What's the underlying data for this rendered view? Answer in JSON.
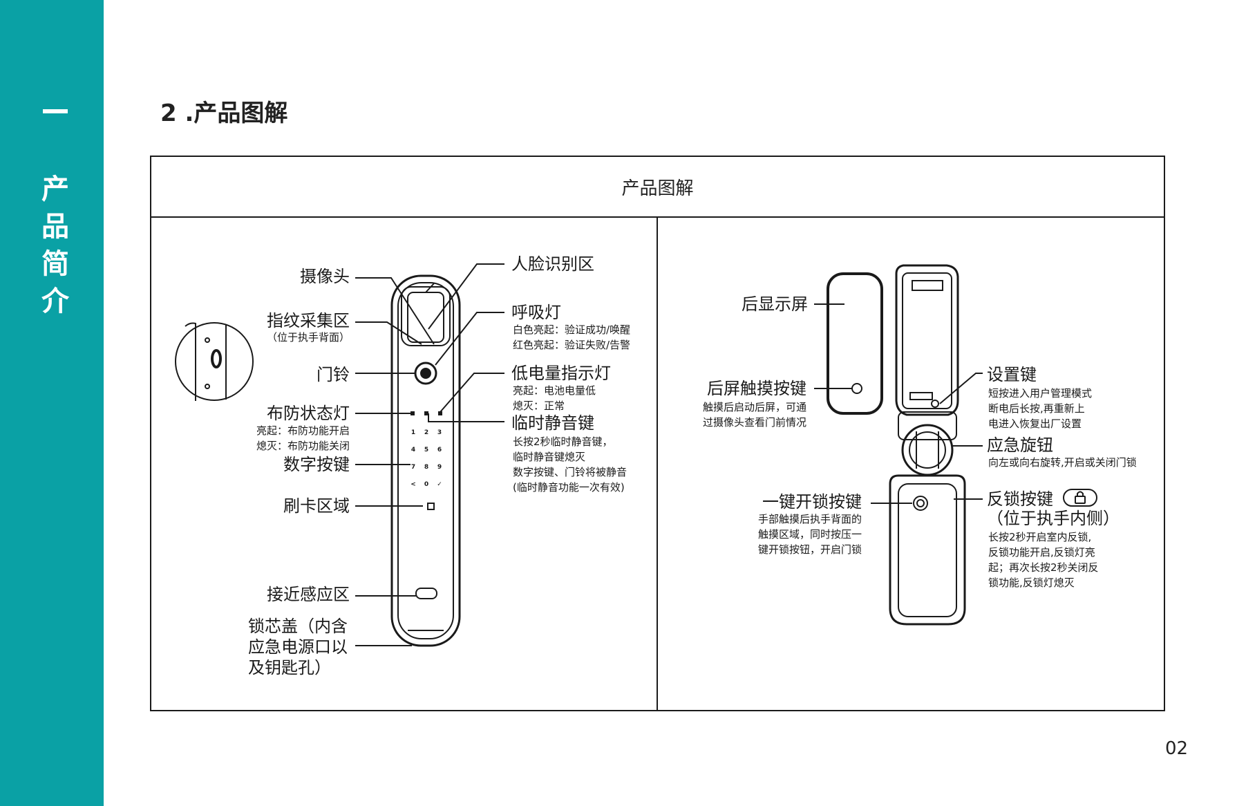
{
  "sidebar": {
    "dash": "一",
    "chars": [
      "产",
      "品",
      "简",
      "介"
    ]
  },
  "page": {
    "title": "2 .产品图解",
    "number": "02"
  },
  "table": {
    "header": "产品图解"
  },
  "front": {
    "camera": "摄像头",
    "fingerprint": "指纹采集区",
    "fingerprint_note": "（位于执手背面）",
    "doorbell": "门铃",
    "arm_light": "布防状态灯",
    "arm_light_on": "亮起：布防功能开启",
    "arm_light_off": "熄灭：布防功能关闭",
    "keypad": "数字按键",
    "card": "刷卡区域",
    "proximity": "接近感应区",
    "lockcore_1": "锁芯盖（内含",
    "lockcore_2": "应急电源口以",
    "lockcore_3": "及钥匙孔）",
    "face": "人脸识别区",
    "breath": "呼吸灯",
    "breath_white": "白色亮起：验证成功/唤醒",
    "breath_red": "红色亮起：验证失败/告警",
    "lowbatt": "低电量指示灯",
    "lowbatt_on": "亮起：电池电量低",
    "lowbatt_off": "熄灭：正常",
    "mute": "临时静音键",
    "mute_1": "长按2秒临时静音键，",
    "mute_2": "临时静音键熄灭",
    "mute_3": "数字按键、门铃将被静音",
    "mute_4": "(临时静音功能一次有效)",
    "keys": [
      "1",
      "2",
      "3",
      "4",
      "5",
      "6",
      "7",
      "8",
      "9",
      "<",
      "0",
      "✓"
    ]
  },
  "back": {
    "screen": "后显示屏",
    "touch": "后屏触摸按键",
    "touch_1": "触摸后启动后屏，可通",
    "touch_2": "过摄像头查看门前情况",
    "onekey": "一键开锁按键",
    "onekey_1": "手部触摸后执手背面的",
    "onekey_2": "触摸区域，同时按压一",
    "onekey_3": "键开锁按钮，开启门锁",
    "settings": "设置键",
    "settings_1": "短按进入用户管理模式",
    "settings_2": "断电后长按,再重新上",
    "settings_3": "电进入恢复出厂设置",
    "knob": "应急旋钮",
    "knob_1": "向左或向右旋转,开启或关闭门锁",
    "antilock": "反锁按键",
    "antilock_sub": "（位于执手内侧）",
    "antilock_1": "长按2秒开启室内反锁,",
    "antilock_2": "反锁功能开启,反锁灯亮",
    "antilock_3": "起；再次长按2秒关闭反",
    "antilock_4": "锁功能,反锁灯熄灭"
  }
}
